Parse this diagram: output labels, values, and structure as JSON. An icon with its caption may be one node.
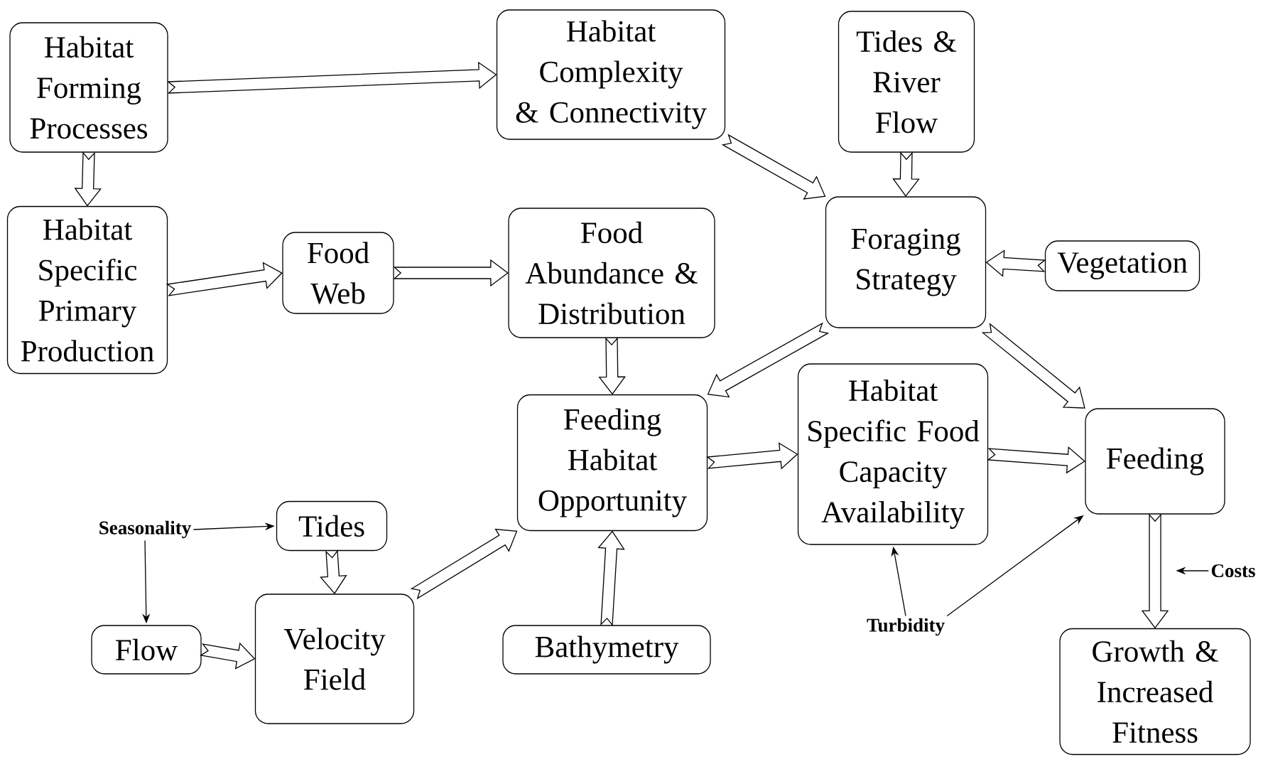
{
  "diagram": {
    "nodes": [
      {
        "text": [
          "Habitat Forming Processes"
        ]
      },
      {
        "text": [
          "Habitat Complexity & Connectivity"
        ]
      },
      {
        "text": [
          "Tides & River Flow"
        ]
      },
      {
        "text": [
          "Habitat Specific Primary Production"
        ]
      },
      {
        "text": [
          "Food Web"
        ]
      },
      {
        "text": [
          "Food Abundance & Distribution"
        ]
      },
      {
        "text": [
          "Foraging Strategy"
        ]
      },
      {
        "text": [
          "Vegetation"
        ]
      },
      {
        "text": [
          "Feeding Habitat Opportunity"
        ]
      },
      {
        "text": [
          "Habitat Specific Food Capacity Availability"
        ]
      },
      {
        "text": [
          "Feeding"
        ]
      },
      {
        "text": [
          "Seasonality"
        ]
      },
      {
        "text": [
          "Tides"
        ]
      },
      {
        "text": [
          "Flow"
        ]
      },
      {
        "text": [
          "Velocity Field"
        ]
      },
      {
        "text": [
          "Bathymetry"
        ]
      },
      {
        "text": [
          "Turbidity"
        ]
      },
      {
        "text": [
          "Costs"
        ]
      },
      {
        "text": [
          "Growth & Increased Fitness"
        ]
      }
    ],
    "edges": [
      {
        "from": 0,
        "to": 1,
        "arrow": "to",
        "style": "thick"
      },
      {
        "from": 0,
        "to": 3,
        "arrow": "to",
        "style": "thick"
      },
      {
        "from": 3,
        "to": 4,
        "arrow": "to",
        "style": "thick"
      },
      {
        "from": 4,
        "to": 5,
        "arrow": "to",
        "style": "thick"
      },
      {
        "from": 1,
        "to": 6,
        "arrow": "to",
        "style": "thick"
      },
      {
        "from": 2,
        "to": 6,
        "arrow": "to",
        "style": "thick"
      },
      {
        "from": 7,
        "to": 6,
        "arrow": "to",
        "style": "thick"
      },
      {
        "from": 6,
        "to": 8,
        "arrow": "to",
        "style": "thick"
      },
      {
        "from": 6,
        "to": 10,
        "arrow": "to",
        "style": "thick"
      },
      {
        "from": 5,
        "to": 8,
        "arrow": "to",
        "style": "thick"
      },
      {
        "from": 8,
        "to": 9,
        "arrow": "to",
        "style": "thick"
      },
      {
        "from": 9,
        "to": 10,
        "arrow": "to",
        "style": "thick"
      },
      {
        "from": 12,
        "to": 14,
        "arrow": "to",
        "style": "thick"
      },
      {
        "from": 13,
        "to": 14,
        "arrow": "to",
        "style": "thick"
      },
      {
        "from": 14,
        "to": 8,
        "arrow": "to",
        "style": "thick"
      },
      {
        "from": 15,
        "to": 8,
        "arrow": "to",
        "style": "thick"
      },
      {
        "from": 10,
        "to": 18,
        "arrow": "to",
        "style": "thick"
      },
      {
        "from": 11,
        "to": 12,
        "arrow": "to"
      },
      {
        "from": 11,
        "to": 13,
        "arrow": "to"
      },
      {
        "from": 16,
        "to": 9,
        "arrow": "to"
      },
      {
        "from": 16,
        "to": 10,
        "arrow": "to"
      },
      {
        "from": 17,
        "to": null,
        "arrow": "to"
      }
    ]
  }
}
